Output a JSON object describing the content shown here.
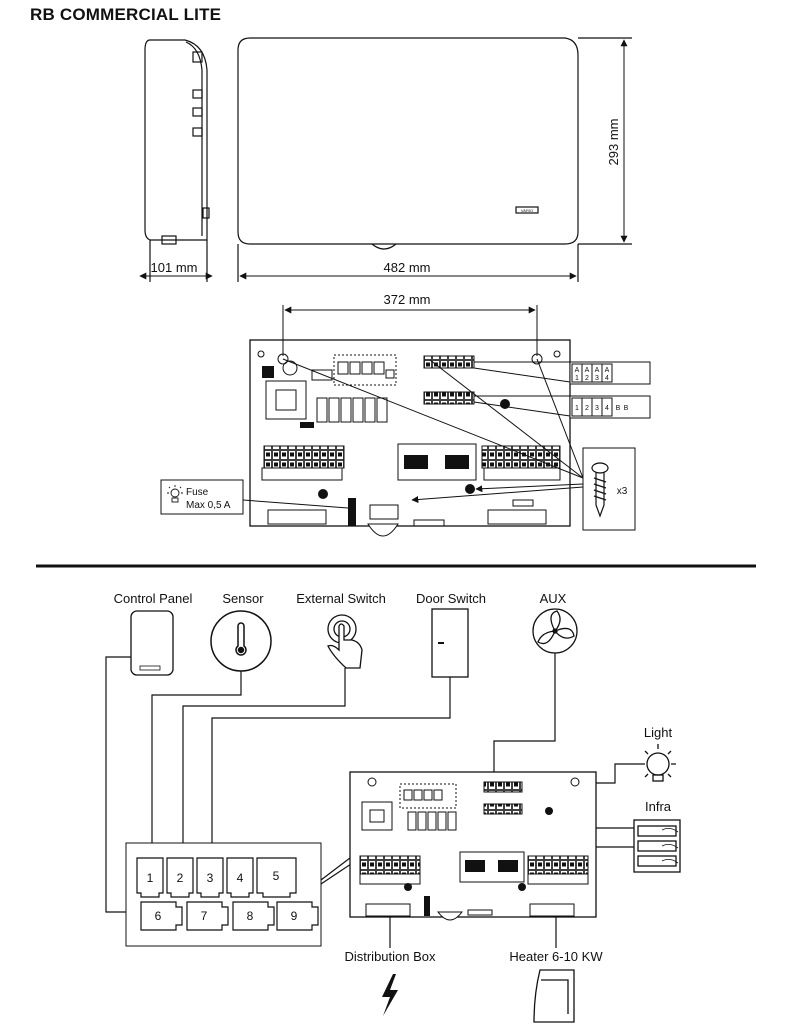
{
  "title": "RB COMMERCIAL LITE",
  "dimensions": {
    "side_depth": "101 mm",
    "front_width": "482 mm",
    "front_height": "293 mm",
    "mount_spacing": "372 mm"
  },
  "front_logo": "VARIO",
  "terminal_tags": {
    "top_a": "A",
    "top_nums": [
      "1",
      "2",
      "3",
      "4"
    ],
    "bottom_nums": [
      "1",
      "2",
      "3",
      "4"
    ],
    "bottom_b": "B"
  },
  "screw_count": "x3",
  "fuse": {
    "line1": "Fuse",
    "line2": "Max 0,5 A"
  },
  "devices": {
    "control_panel": "Control Panel",
    "sensor": "Sensor",
    "external_switch": "External Switch",
    "door_switch": "Door Switch",
    "aux": "AUX",
    "light": "Light",
    "infra": "Infra",
    "distribution_box": "Distribution Box",
    "heater": "Heater 6-10 KW"
  },
  "ports": [
    "1",
    "2",
    "3",
    "4",
    "5",
    "6",
    "7",
    "8",
    "9"
  ]
}
